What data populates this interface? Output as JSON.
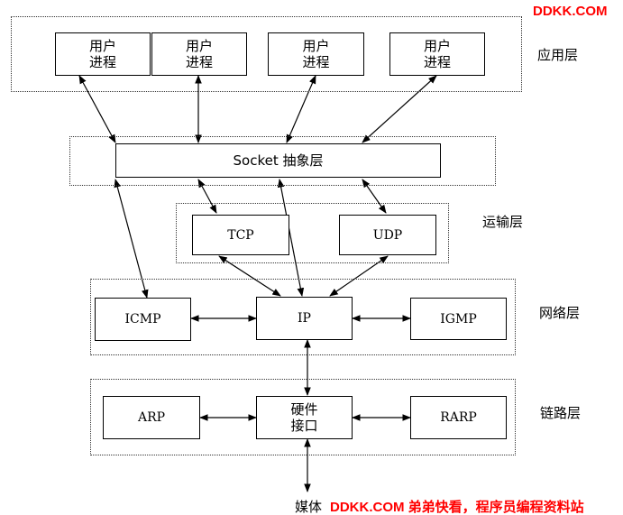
{
  "watermark_top": "DDKK.COM",
  "watermark_bottom": "DDKK.COM 弟弟快看，程序员编程资料站",
  "colors": {
    "watermark": "#ff0000",
    "line": "#000000",
    "dotted_border": "#333333"
  },
  "layers": {
    "app": {
      "label": "应用层"
    },
    "transport": {
      "label": "运输层"
    },
    "network": {
      "label": "网络层"
    },
    "link": {
      "label": "链路层"
    }
  },
  "app_processes": [
    {
      "line1": "用户",
      "line2": "进程"
    },
    {
      "line1": "用户",
      "line2": "进程"
    },
    {
      "line1": "用户",
      "line2": "进程"
    },
    {
      "line1": "用户",
      "line2": "进程"
    }
  ],
  "socket": {
    "label": "Socket 抽象层"
  },
  "transport_boxes": {
    "tcp": "TCP",
    "udp": "UDP"
  },
  "network_boxes": {
    "icmp": "ICMP",
    "ip": "IP",
    "igmp": "IGMP"
  },
  "link_boxes": {
    "arp": "ARP",
    "hw_line1": "硬件",
    "hw_line2": "接口",
    "rarp": "RARP"
  },
  "medium": {
    "label": "媒体"
  }
}
